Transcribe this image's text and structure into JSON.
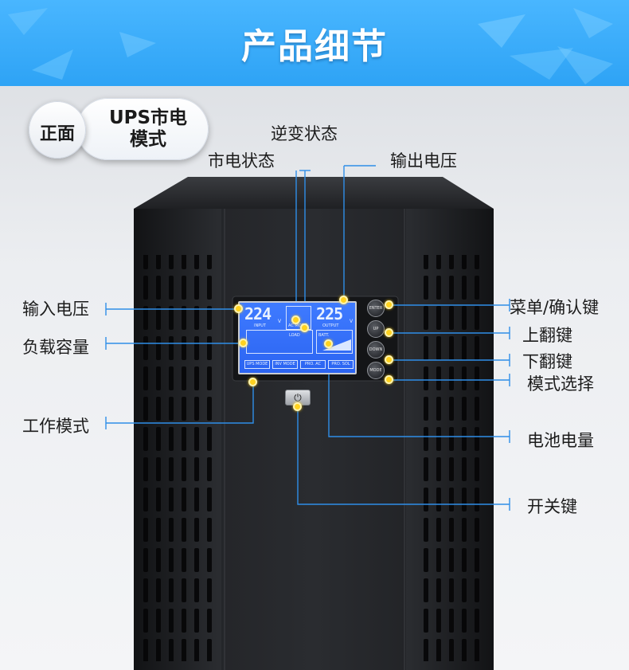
{
  "header": {
    "title": "产品细节"
  },
  "badge": {
    "side": "正面",
    "mode_line1": "UPS市电",
    "mode_line2": "模式"
  },
  "labels": {
    "inverter_status": "逆变状态",
    "mains_status": "市电状态",
    "output_voltage": "输出电压",
    "input_voltage": "输入电压",
    "load_capacity": "负载容量",
    "work_mode": "工作模式",
    "menu_confirm": "菜单/确认键",
    "page_up": "上翻键",
    "page_down": "下翻键",
    "mode_select": "模式选择",
    "battery_level": "电池电量",
    "power_key": "开关键"
  },
  "lcd": {
    "input_value": "224",
    "output_value": "225",
    "unit": "V",
    "input_label": "INPUT",
    "output_label": "OUTPUT",
    "load_label": "LOAD",
    "batt_label": "BATT.",
    "ac_mode_label": "AC MODE",
    "modes": [
      "UPS MODE",
      "INV MODE",
      "PRO. AC",
      "PRO. SOL"
    ]
  },
  "buttons": {
    "enter": "ENTER",
    "up": "UP",
    "down": "DOWN",
    "mode": "MODE"
  },
  "colors": {
    "accent": "#2ea3f5",
    "callout_line": "#2f8ee8",
    "dot": "#ffd21f",
    "lcd": "#2b64f2"
  }
}
